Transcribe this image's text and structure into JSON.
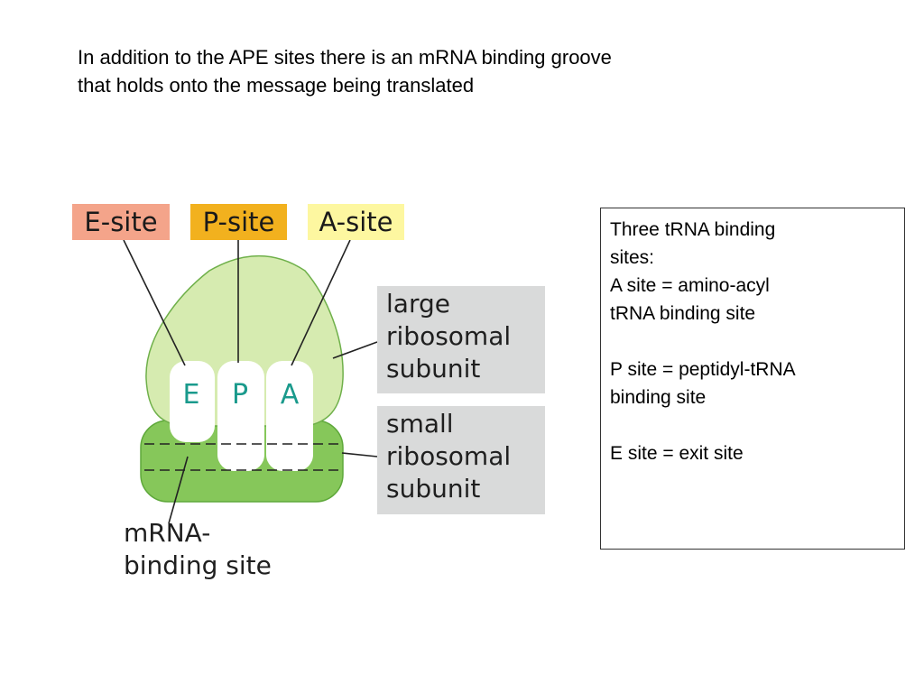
{
  "intro": {
    "line1": "In addition to the APE sites there is an mRNA binding groove",
    "line2": "that holds onto the message being translated"
  },
  "diagram": {
    "site_labels": {
      "e": "E-site",
      "p": "P-site",
      "a": "A-site"
    },
    "slot_letters": {
      "e": "E",
      "p": "P",
      "a": "A"
    },
    "large_subunit_label": [
      "large",
      "ribosomal",
      "subunit"
    ],
    "small_subunit_label": [
      "small",
      "ribosomal",
      "subunit"
    ],
    "mrna_label": [
      "mRNA-",
      "binding site"
    ],
    "colors": {
      "e_site": "#f4a48a",
      "p_site": "#f2b11e",
      "a_site": "#fdf7a0",
      "large_subunit": "#d6ebb0",
      "small_subunit": "#86c75a",
      "slot_letter": "#1a9a8c",
      "label_bg": "#d9dada"
    }
  },
  "info_box": {
    "paragraphs": [
      [
        "Three tRNA binding",
        "sites:",
        "A site = amino-acyl",
        "tRNA binding site"
      ],
      [
        "P site = peptidyl-tRNA",
        "binding site"
      ],
      [
        "E site = exit site"
      ]
    ]
  }
}
